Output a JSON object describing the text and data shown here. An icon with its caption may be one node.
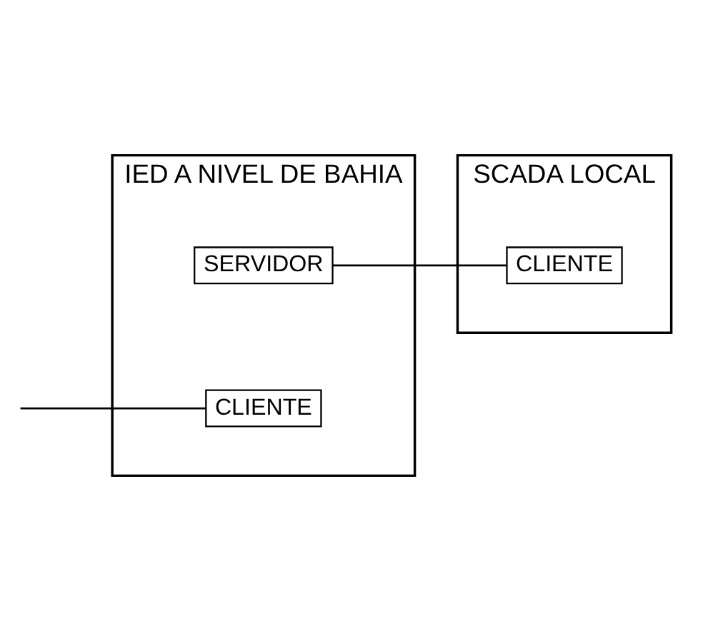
{
  "diagram": {
    "nodes": [
      {
        "text": [
          "IED A NIVEL DE BAHIA"
        ]
      },
      {
        "text": [
          "SERVIDOR"
        ],
        "in": 0
      },
      {
        "text": [
          "CLIENTE"
        ],
        "in": 0
      },
      {
        "text": [
          "SCADA LOCAL"
        ]
      },
      {
        "text": [
          "CLIENTE"
        ],
        "in": 3
      }
    ],
    "edges": [
      {
        "from": 1,
        "to": 4,
        "arrow": "none"
      },
      {
        "from": null,
        "to": 2,
        "arrow": "none"
      }
    ]
  }
}
